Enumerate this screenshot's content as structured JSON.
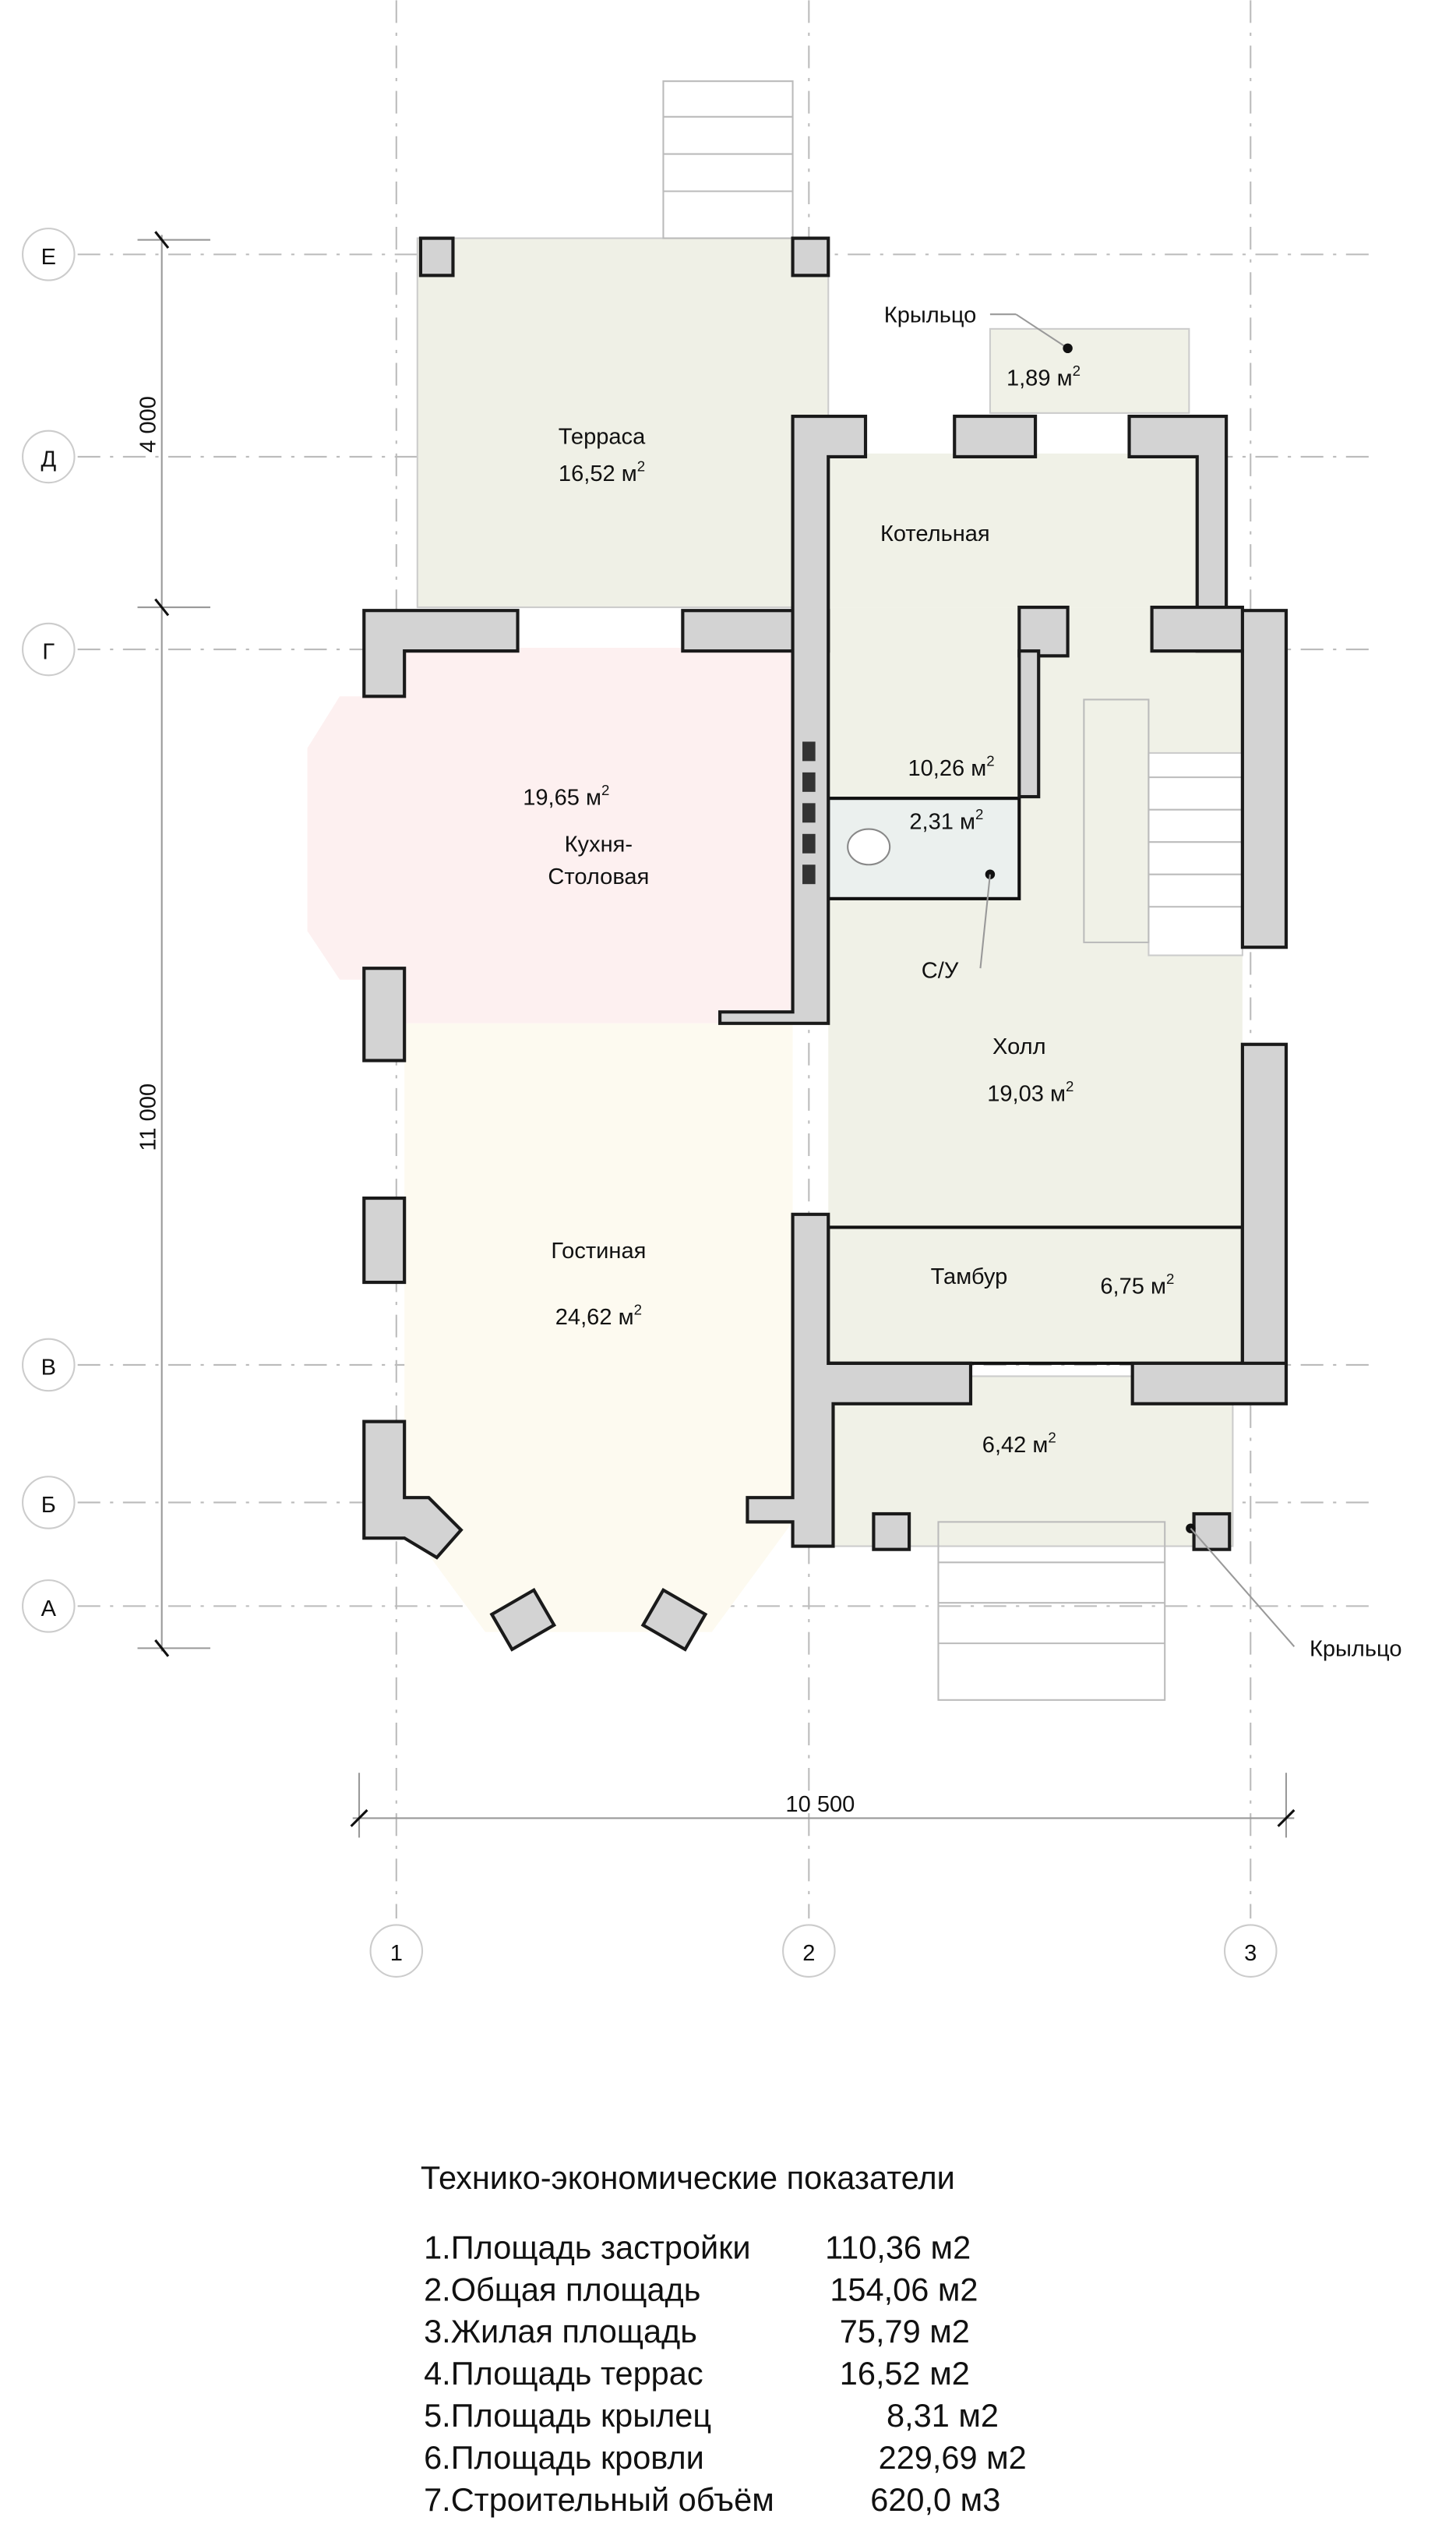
{
  "axes": {
    "rows": [
      "Е",
      "Д",
      "Г",
      "В",
      "Б",
      "А"
    ],
    "cols": [
      "1",
      "2",
      "3"
    ]
  },
  "dimensions": {
    "d1": "4 000",
    "d2": "11 000",
    "d3": "10 500"
  },
  "rooms": {
    "terrace": {
      "name": "Терраса",
      "area": "16,52 м",
      "sup": "2"
    },
    "porch_top": {
      "name": "Крыльцо",
      "area": "1,89 м",
      "sup": "2"
    },
    "boiler": {
      "name": "Котельная"
    },
    "r1026": {
      "area": "10,26 м",
      "sup": "2"
    },
    "kitchen": {
      "name1": "Кухня-",
      "name2": "Столовая",
      "area": "19,65 м",
      "sup": "2"
    },
    "wc": {
      "name": "С/У",
      "area": "2,31 м",
      "sup": "2"
    },
    "hall": {
      "name": "Холл",
      "area": "19,03 м",
      "sup": "2"
    },
    "living": {
      "name": "Гостиная",
      "area": "24,62 м",
      "sup": "2"
    },
    "vestibule": {
      "name": "Тамбур",
      "area": "6,75 м",
      "sup": "2"
    },
    "porch_bottom": {
      "name": "Крыльцо",
      "area": "6,42 м",
      "sup": "2"
    }
  },
  "table": {
    "title": "Технико-экономические показатели",
    "rows": [
      {
        "label": "1.Площадь застройки",
        "value": "110,36 м2"
      },
      {
        "label": "2.Общая площадь",
        "value": "154,06 м2"
      },
      {
        "label": "3.Жилая площадь",
        "value": "75,79 м2"
      },
      {
        "label": "4.Площадь террас",
        "value": "16,52 м2"
      },
      {
        "label": "5.Площадь крылец",
        "value": "8,31 м2"
      },
      {
        "label": "6.Площадь кровли",
        "value": "229,69 м2"
      },
      {
        "label": "7.Строительный объём",
        "value": "620,0 м3"
      }
    ]
  }
}
